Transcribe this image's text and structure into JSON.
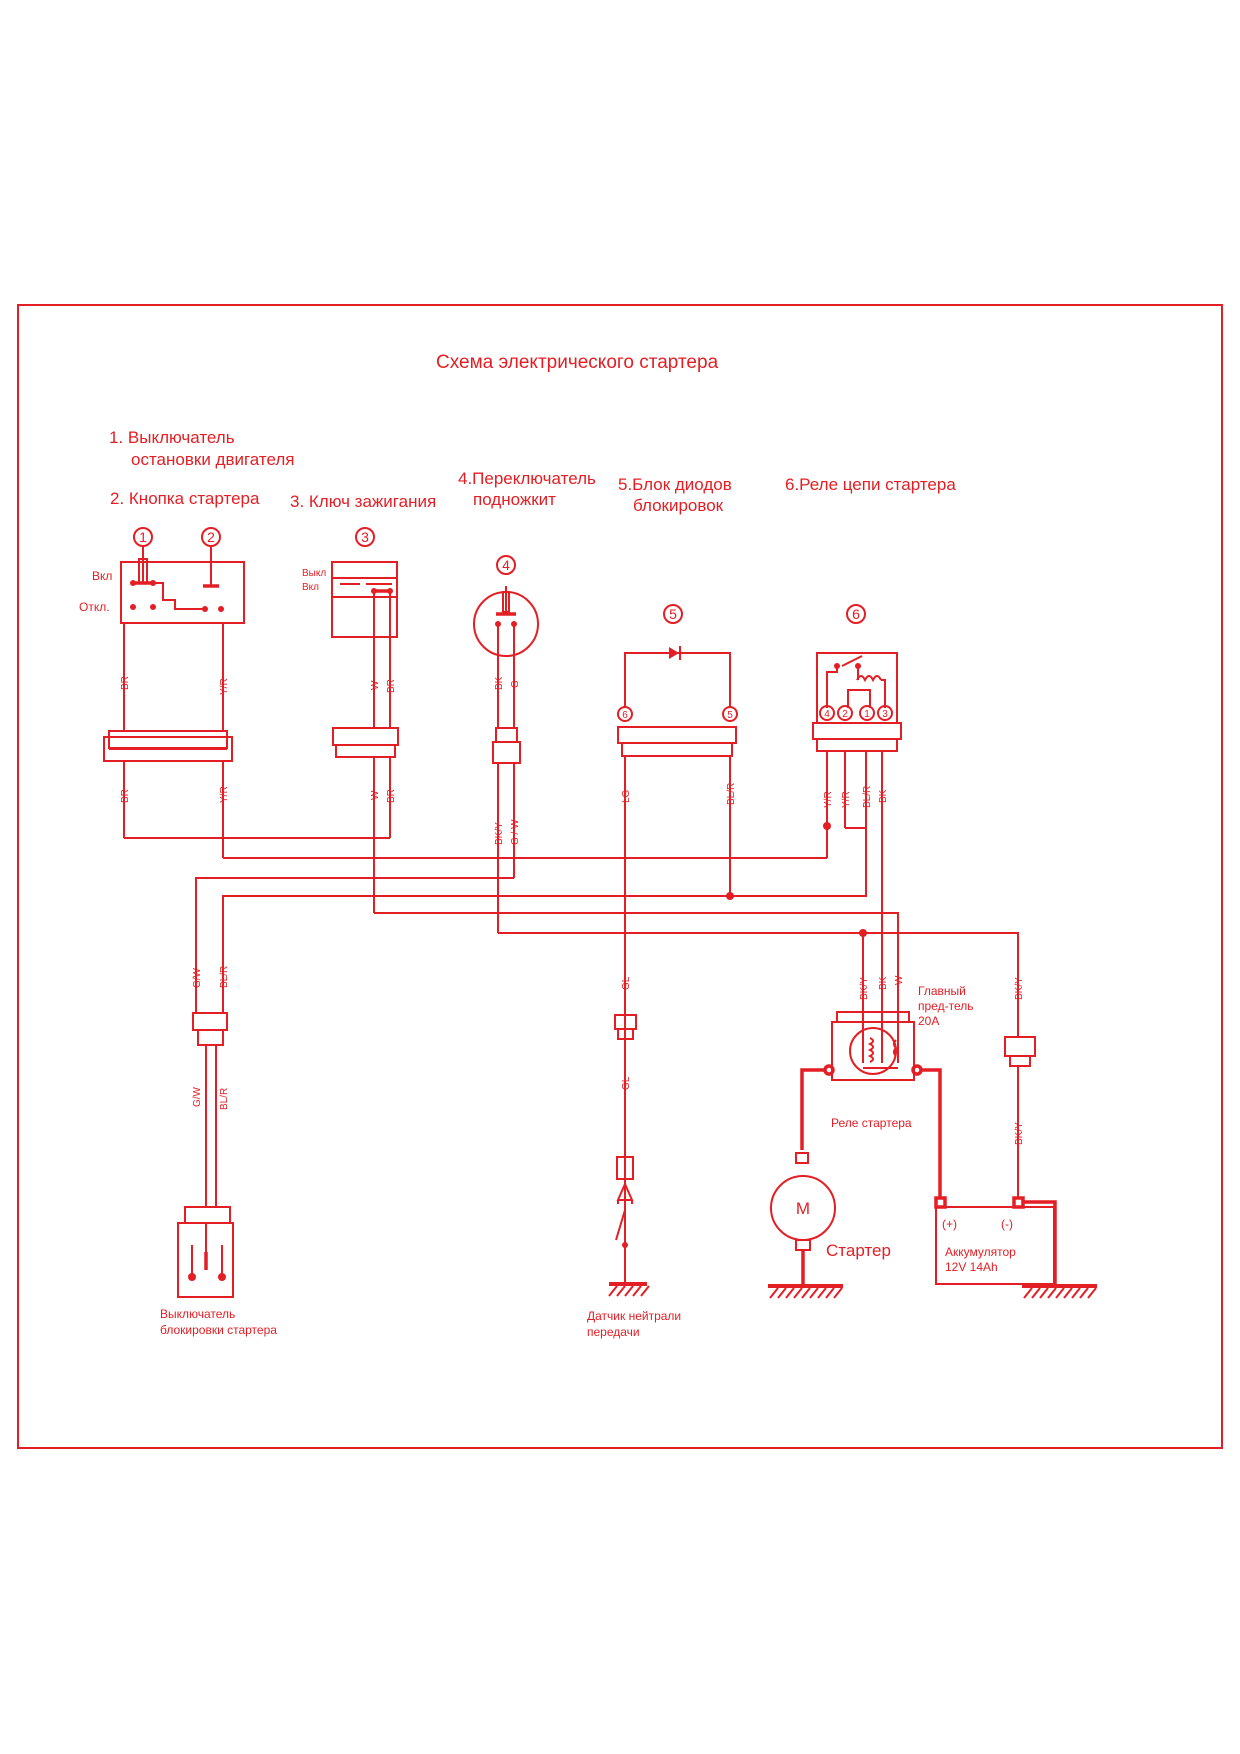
{
  "title": "Схема электрического стартера",
  "legend": {
    "item1_line1": "1. Выключатель",
    "item1_line2": "остановки двигателя",
    "item2": "2. Кнопка стартера",
    "item3": "3. Ключ зажигания",
    "item4_line1": "4.Переключатель",
    "item4_line2": "подножкит",
    "item5_line1": "5.Блок диодов",
    "item5_line2": "блокировок",
    "item6": "6.Реле цепи стартера"
  },
  "markers": {
    "m1": "1",
    "m2": "2",
    "m3": "3",
    "m4": "4",
    "m5": "5",
    "m6": "6"
  },
  "switch_labels": {
    "on": "Вкл",
    "off": "Откл.",
    "key_off": "Выкл",
    "key_on": "Вкл"
  },
  "pins": {
    "diode_left": "6",
    "diode_right": "5",
    "relay6_p4": "4",
    "relay6_p2": "2",
    "relay6_p1": "1",
    "relay6_p3": "3"
  },
  "wires": {
    "br": "BR",
    "yr": "Y/R",
    "w": "W",
    "bk": "BK",
    "g": "G",
    "bky": "BK/Y",
    "gw_slash": "G / W",
    "lg": "LG",
    "blr": "BL/R",
    "gw": "G/W",
    "gl": "GL"
  },
  "components": {
    "main_fuse_line1": "Главный",
    "main_fuse_line2": "пред-тель",
    "main_fuse_line3": "20A",
    "starter_relay": "Реле стартера",
    "motor_symbol": "M",
    "starter": "Стартер",
    "battery_plus": "(+)",
    "battery_minus": "(-)",
    "battery_line1": "Аккумулятор",
    "battery_line2": "12V 14Ah",
    "lock_switch_line1": "Выключатель",
    "lock_switch_line2": "блокировки стартера",
    "neutral_sensor_line1": "Датчик нейтрали",
    "neutral_sensor_line2": "передачи"
  },
  "colors": {
    "line": "#e31e24",
    "background": "#ffffff"
  }
}
